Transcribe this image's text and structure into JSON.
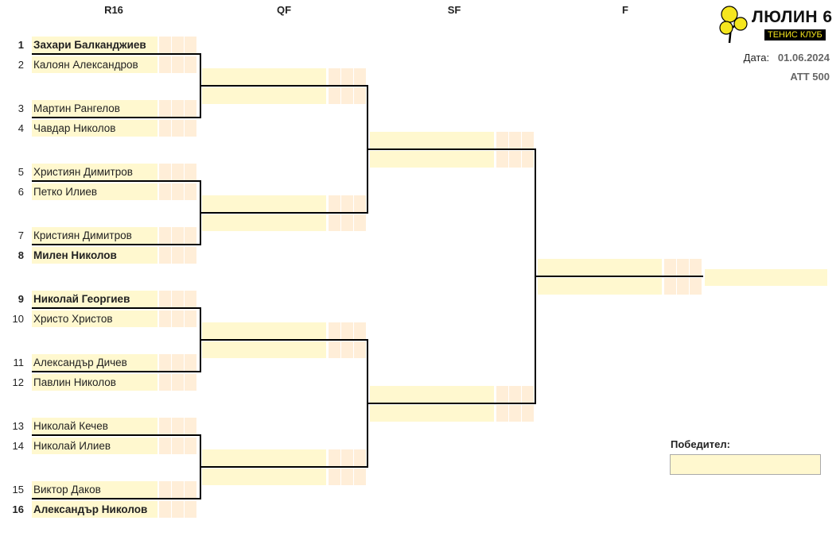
{
  "rounds": [
    "R16",
    "QF",
    "SF",
    "F"
  ],
  "logo": {
    "title": "ЛЮЛИН 6",
    "subtitle": "ТЕНИС КЛУБ"
  },
  "date_label": "Дата:",
  "date_value": "01.06.2024",
  "tournament": "ATT 500",
  "winner_label": "Победител:",
  "winner_value": "",
  "players": [
    {
      "seed": "1",
      "name": "Захари Балканджиев",
      "bold": true
    },
    {
      "seed": "2",
      "name": "Калоян Александров",
      "bold": false
    },
    {
      "seed": "3",
      "name": "Мартин Рангелов",
      "bold": false
    },
    {
      "seed": "4",
      "name": "Чавдар Николов",
      "bold": false
    },
    {
      "seed": "5",
      "name": "Християн Димитров",
      "bold": false
    },
    {
      "seed": "6",
      "name": "Петко Илиев",
      "bold": false
    },
    {
      "seed": "7",
      "name": "Кристиян Димитров",
      "bold": false
    },
    {
      "seed": "8",
      "name": "Милен Николов",
      "bold": true
    },
    {
      "seed": "9",
      "name": "Николай Георгиев",
      "bold": true
    },
    {
      "seed": "10",
      "name": "Христо Христов",
      "bold": false
    },
    {
      "seed": "11",
      "name": "Александър Дичев",
      "bold": false
    },
    {
      "seed": "12",
      "name": "Павлин Николов",
      "bold": false
    },
    {
      "seed": "13",
      "name": "Николай Кечев",
      "bold": false
    },
    {
      "seed": "14",
      "name": "Николай Илиев",
      "bold": false
    },
    {
      "seed": "15",
      "name": "Виктор Даков",
      "bold": false
    },
    {
      "seed": "16",
      "name": "Александър Николов",
      "bold": true
    }
  ]
}
